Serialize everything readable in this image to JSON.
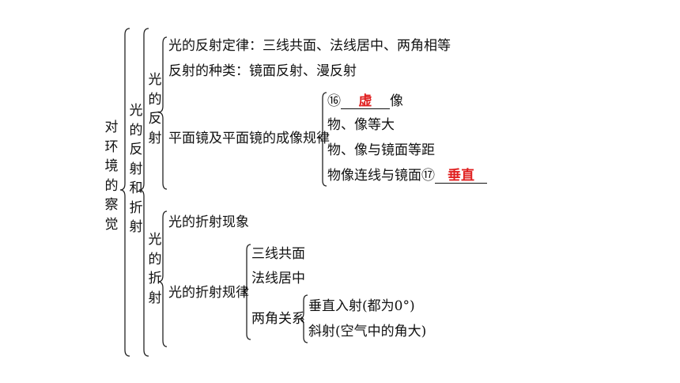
{
  "root": {
    "label": "对环境的察觉"
  },
  "branch_reflection_refraction": {
    "label": "光的反射和折射"
  },
  "reflection": {
    "label": "光的反射",
    "law": "光的反射定律：三线共面、法线居中、两角相等",
    "types": "反射的种类：镜面反射、漫反射",
    "mirror": {
      "label": "平面镜及平面镜的成像规律",
      "item1_prefix": "⑯",
      "item1_answer": "虚",
      "item1_suffix": "像",
      "item2": "物、像等大",
      "item3": "物、像与镜面等距",
      "item4_prefix": "物像连线与镜面⑰",
      "item4_answer": "垂直"
    }
  },
  "refraction": {
    "label": "光的折射",
    "phenomenon": "光的折射现象",
    "law": {
      "label": "光的折射规律",
      "item1": "三线共面",
      "item2": "法线居中",
      "angles": {
        "label": "两角关系",
        "item1": "垂直入射(都为0°)",
        "item2": "斜射(空气中的角大)"
      }
    }
  }
}
